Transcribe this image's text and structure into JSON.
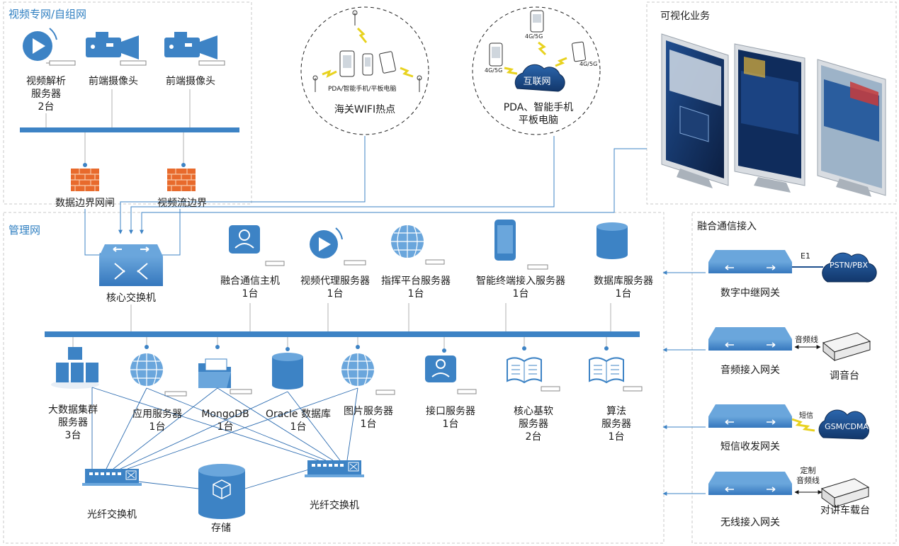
{
  "regions": {
    "video_private_net": "视频专网/自组网",
    "visual_business": "可视化业务",
    "management_net": "管理网",
    "fusion_comm_access": "融合通信接入"
  },
  "video_net": {
    "analysis_server": [
      "视频解析",
      "服务器",
      "2台"
    ],
    "camera_1": "前端摄像头",
    "camera_2": "前端摄像头",
    "firewall_1": "数据边界网闸",
    "firewall_2": "视频流边界"
  },
  "wifi": {
    "caption": "海关WIFI热点",
    "device_label": "PDA/智能手机/平板电脑"
  },
  "internet": {
    "cloud": "互联网",
    "caption": [
      "PDA、智能手机",
      "平板电脑"
    ],
    "g_label_1": "4G/5G",
    "g_label_2": "4G/5G",
    "g_label_3": "4G/5G"
  },
  "core_switch": "核心交换机",
  "top_servers": [
    [
      "融合通信主机",
      "1台"
    ],
    [
      "视频代理服务器",
      "1台"
    ],
    [
      "指挥平台服务器",
      "1台"
    ],
    [
      "智能终端接入服务器",
      "1台"
    ],
    [
      "数据库服务器",
      "1台"
    ]
  ],
  "bottom_servers": [
    [
      "大数据集群",
      "服务器",
      "3台"
    ],
    [
      "应用服务器",
      "1台"
    ],
    [
      "MongoDB",
      "1台"
    ],
    [
      "Oracle 数据库",
      "1台"
    ],
    [
      "图片服务器",
      "1台"
    ],
    [
      "接口服务器",
      "1台"
    ],
    [
      "核心基软",
      "服务器",
      "2台"
    ],
    [
      "算法",
      "服务器",
      "1台"
    ]
  ],
  "storage": {
    "fiber_switch_1": "光纤交换机",
    "fiber_switch_2": "光纤交换机",
    "storage": "存储"
  },
  "gateways": {
    "digital_trunk": "数字中继网关",
    "pstn_cloud": "PSTN/PBX",
    "e1": "E1",
    "audio_gateway": "音频接入网关",
    "audio_line": "音频线",
    "mixer": "调音台",
    "sms_gateway": "短信收发网关",
    "sms_label": "短信",
    "gsm_cloud": "GSM/CDMA",
    "wireless_gateway": "无线接入网关",
    "custom_audio": [
      "定制",
      "音频线"
    ],
    "radio": "对讲车载台"
  },
  "colors": {
    "accent": "#3d83c5",
    "line": "#5a9bd3",
    "firewall": "#e86a2c",
    "cloud": "#1f4f8e"
  }
}
